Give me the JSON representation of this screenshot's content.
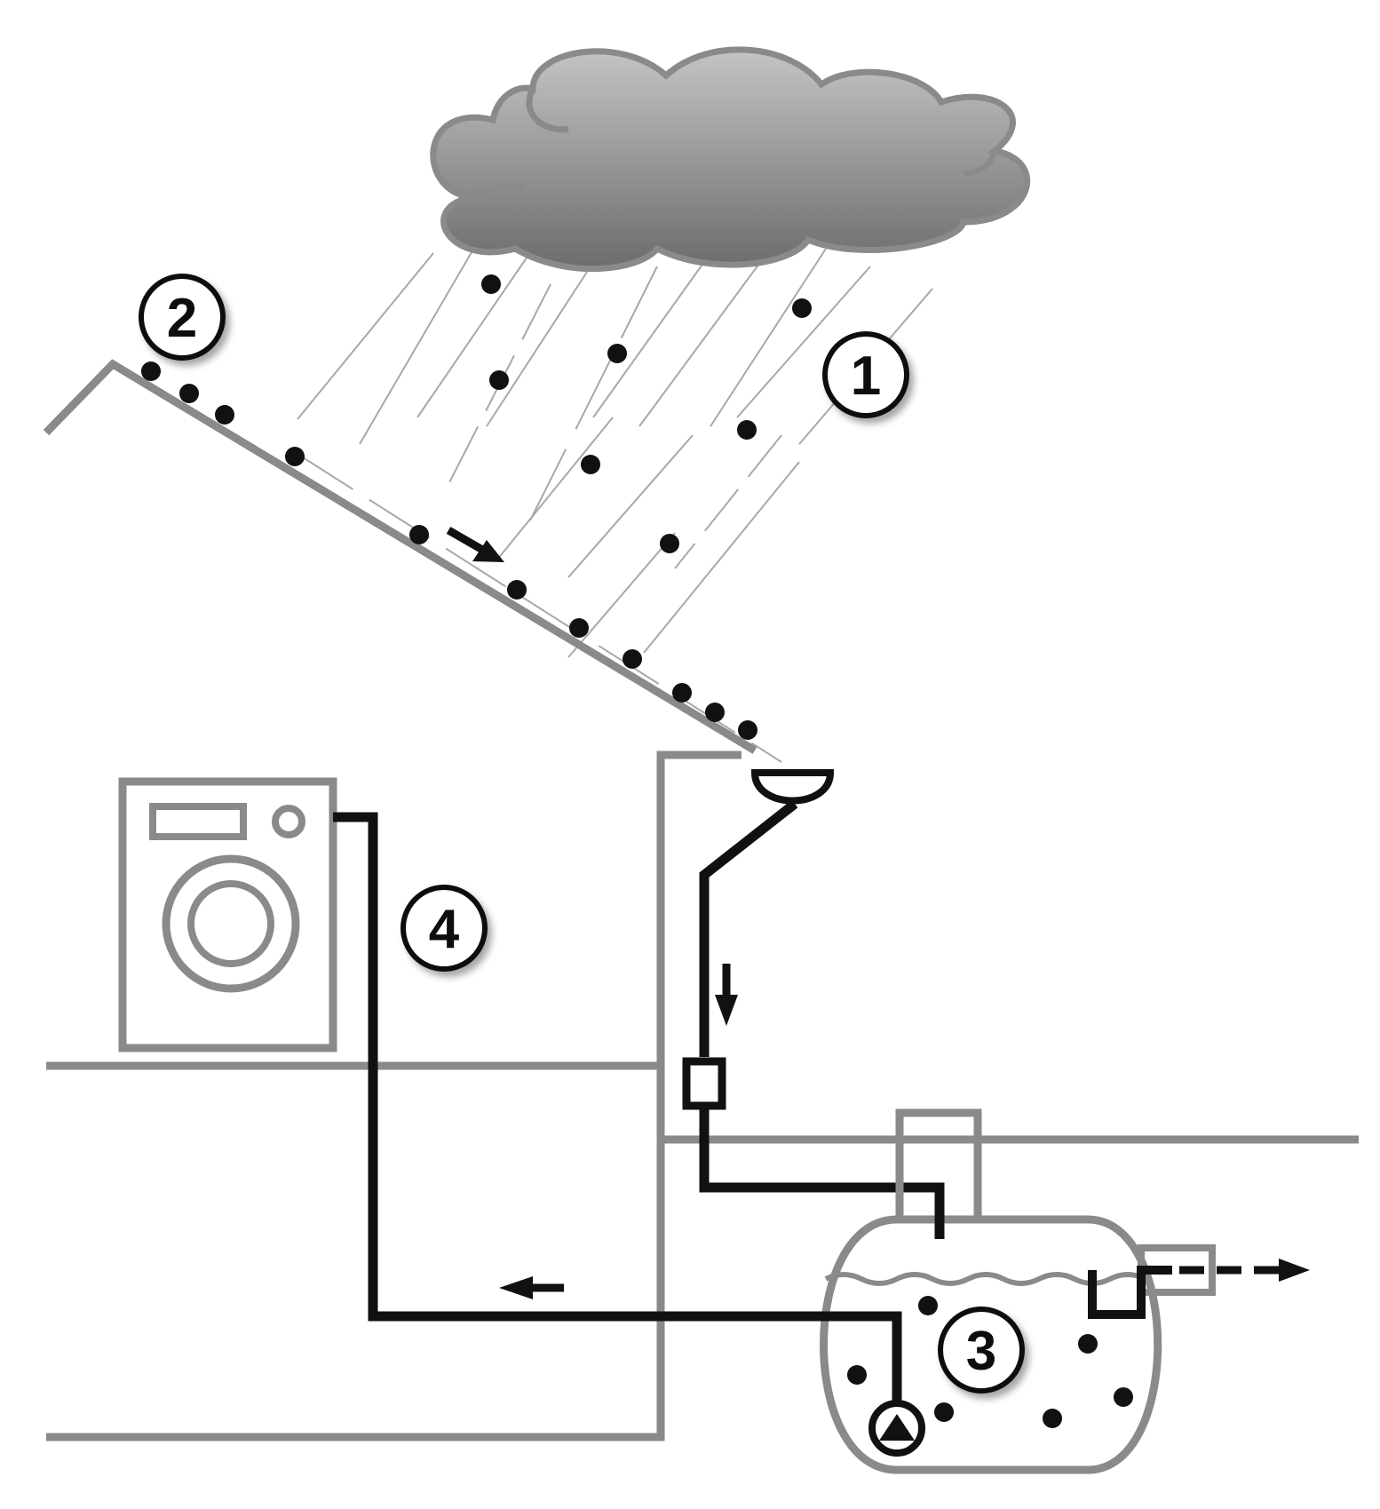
{
  "colors": {
    "structure": "#8a8a8a",
    "pipe": "#111111",
    "cloud_top": "#bdbdbd",
    "cloud_bottom": "#6e6e6e",
    "rain": "#a8a8a8",
    "background": "#ffffff"
  },
  "markers": [
    {
      "id": "marker-1",
      "label": "1"
    },
    {
      "id": "marker-2",
      "label": "2"
    },
    {
      "id": "marker-3",
      "label": "3"
    },
    {
      "id": "marker-4",
      "label": "4"
    }
  ],
  "icons": {
    "cloud": "rain-cloud-icon",
    "washing_machine": "washing-machine-icon",
    "pump": "pump-icon",
    "gutter": "gutter-icon",
    "filter": "filter-icon"
  }
}
